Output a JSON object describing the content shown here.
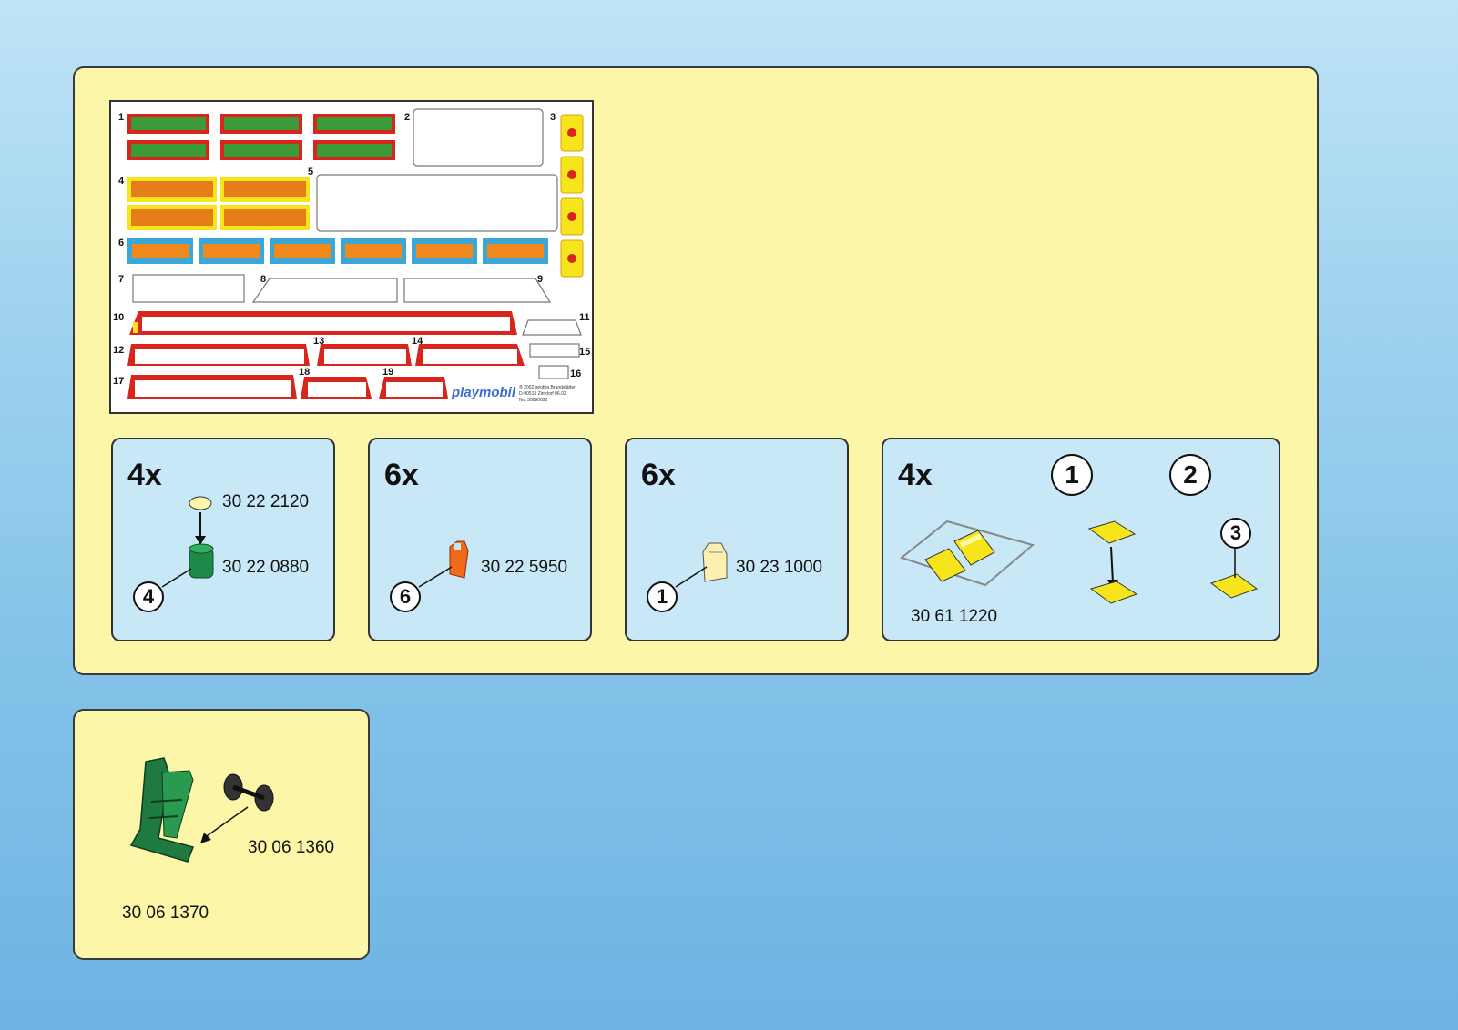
{
  "sticker_sheet": {
    "labels": [
      "1",
      "2",
      "3",
      "4",
      "5",
      "6",
      "7",
      "8",
      "9",
      "10",
      "11",
      "12",
      "13",
      "14",
      "15",
      "16",
      "17",
      "18",
      "19"
    ],
    "brand": "playmobil",
    "copyright_lines": [
      "® 2002 geobra Brandstätter",
      "D-90513 Zirndorf      06.02",
      "No. 30890022"
    ]
  },
  "parts": [
    {
      "quantity": "4x",
      "codes": [
        "30 22 2120",
        "30 22 0880"
      ],
      "ref": "4"
    },
    {
      "quantity": "6x",
      "codes": [
        "30 22 5950"
      ],
      "ref": "6"
    },
    {
      "quantity": "6x",
      "codes": [
        "30 23 1000"
      ],
      "ref": "1"
    },
    {
      "quantity": "4x",
      "codes": [
        "30 61 1220"
      ],
      "steps": [
        "1",
        "2"
      ],
      "ref": "3"
    }
  ],
  "cart": {
    "codes": [
      "30 06 1360",
      "30 06 1370"
    ]
  },
  "colors": {
    "panel": "#fbf6a8",
    "part_box": "#c9e8f7",
    "sticker_red": "#d8261c",
    "sticker_yellow": "#f5e51a",
    "sticker_blue": "#3aa7d6",
    "cart_green": "#1e7a3e"
  }
}
